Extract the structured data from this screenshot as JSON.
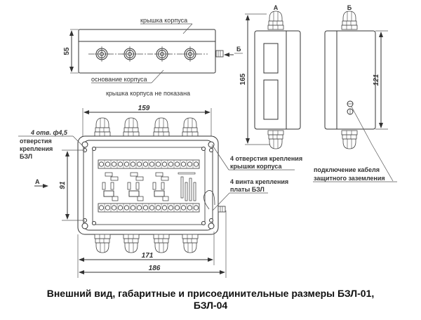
{
  "top_view": {
    "lid_label": "крышка корпуса",
    "base_label": "основание корпуса",
    "lid_not_shown": "крышка корпуса не показана",
    "height_dim": "55",
    "view_arrow": "Б"
  },
  "side_view_a": {
    "label": "А",
    "height_dim": "165"
  },
  "side_view_b": {
    "label": "Б",
    "height_dim": "121"
  },
  "front_view": {
    "width_top_dim": "159",
    "height_dim": "91",
    "width_inner_dim": "171",
    "width_outer_dim": "186",
    "view_arrow": "А",
    "holes_note": "4 отв. ф4,5",
    "holes_desc": [
      "отверстия",
      "крепления",
      "БЗЛ"
    ],
    "lid_holes": [
      "4 отверстия крепления",
      "крышки корпуса"
    ],
    "board_screws": [
      "4 винта крепления",
      "платы БЗЛ"
    ],
    "ground_cable": [
      "подключение кабеля",
      "защитного заземления"
    ]
  },
  "caption": {
    "line1": "Внешний вид, габаритные и присоединительные размеры БЗЛ-01,",
    "line2": "БЗЛ-04"
  }
}
